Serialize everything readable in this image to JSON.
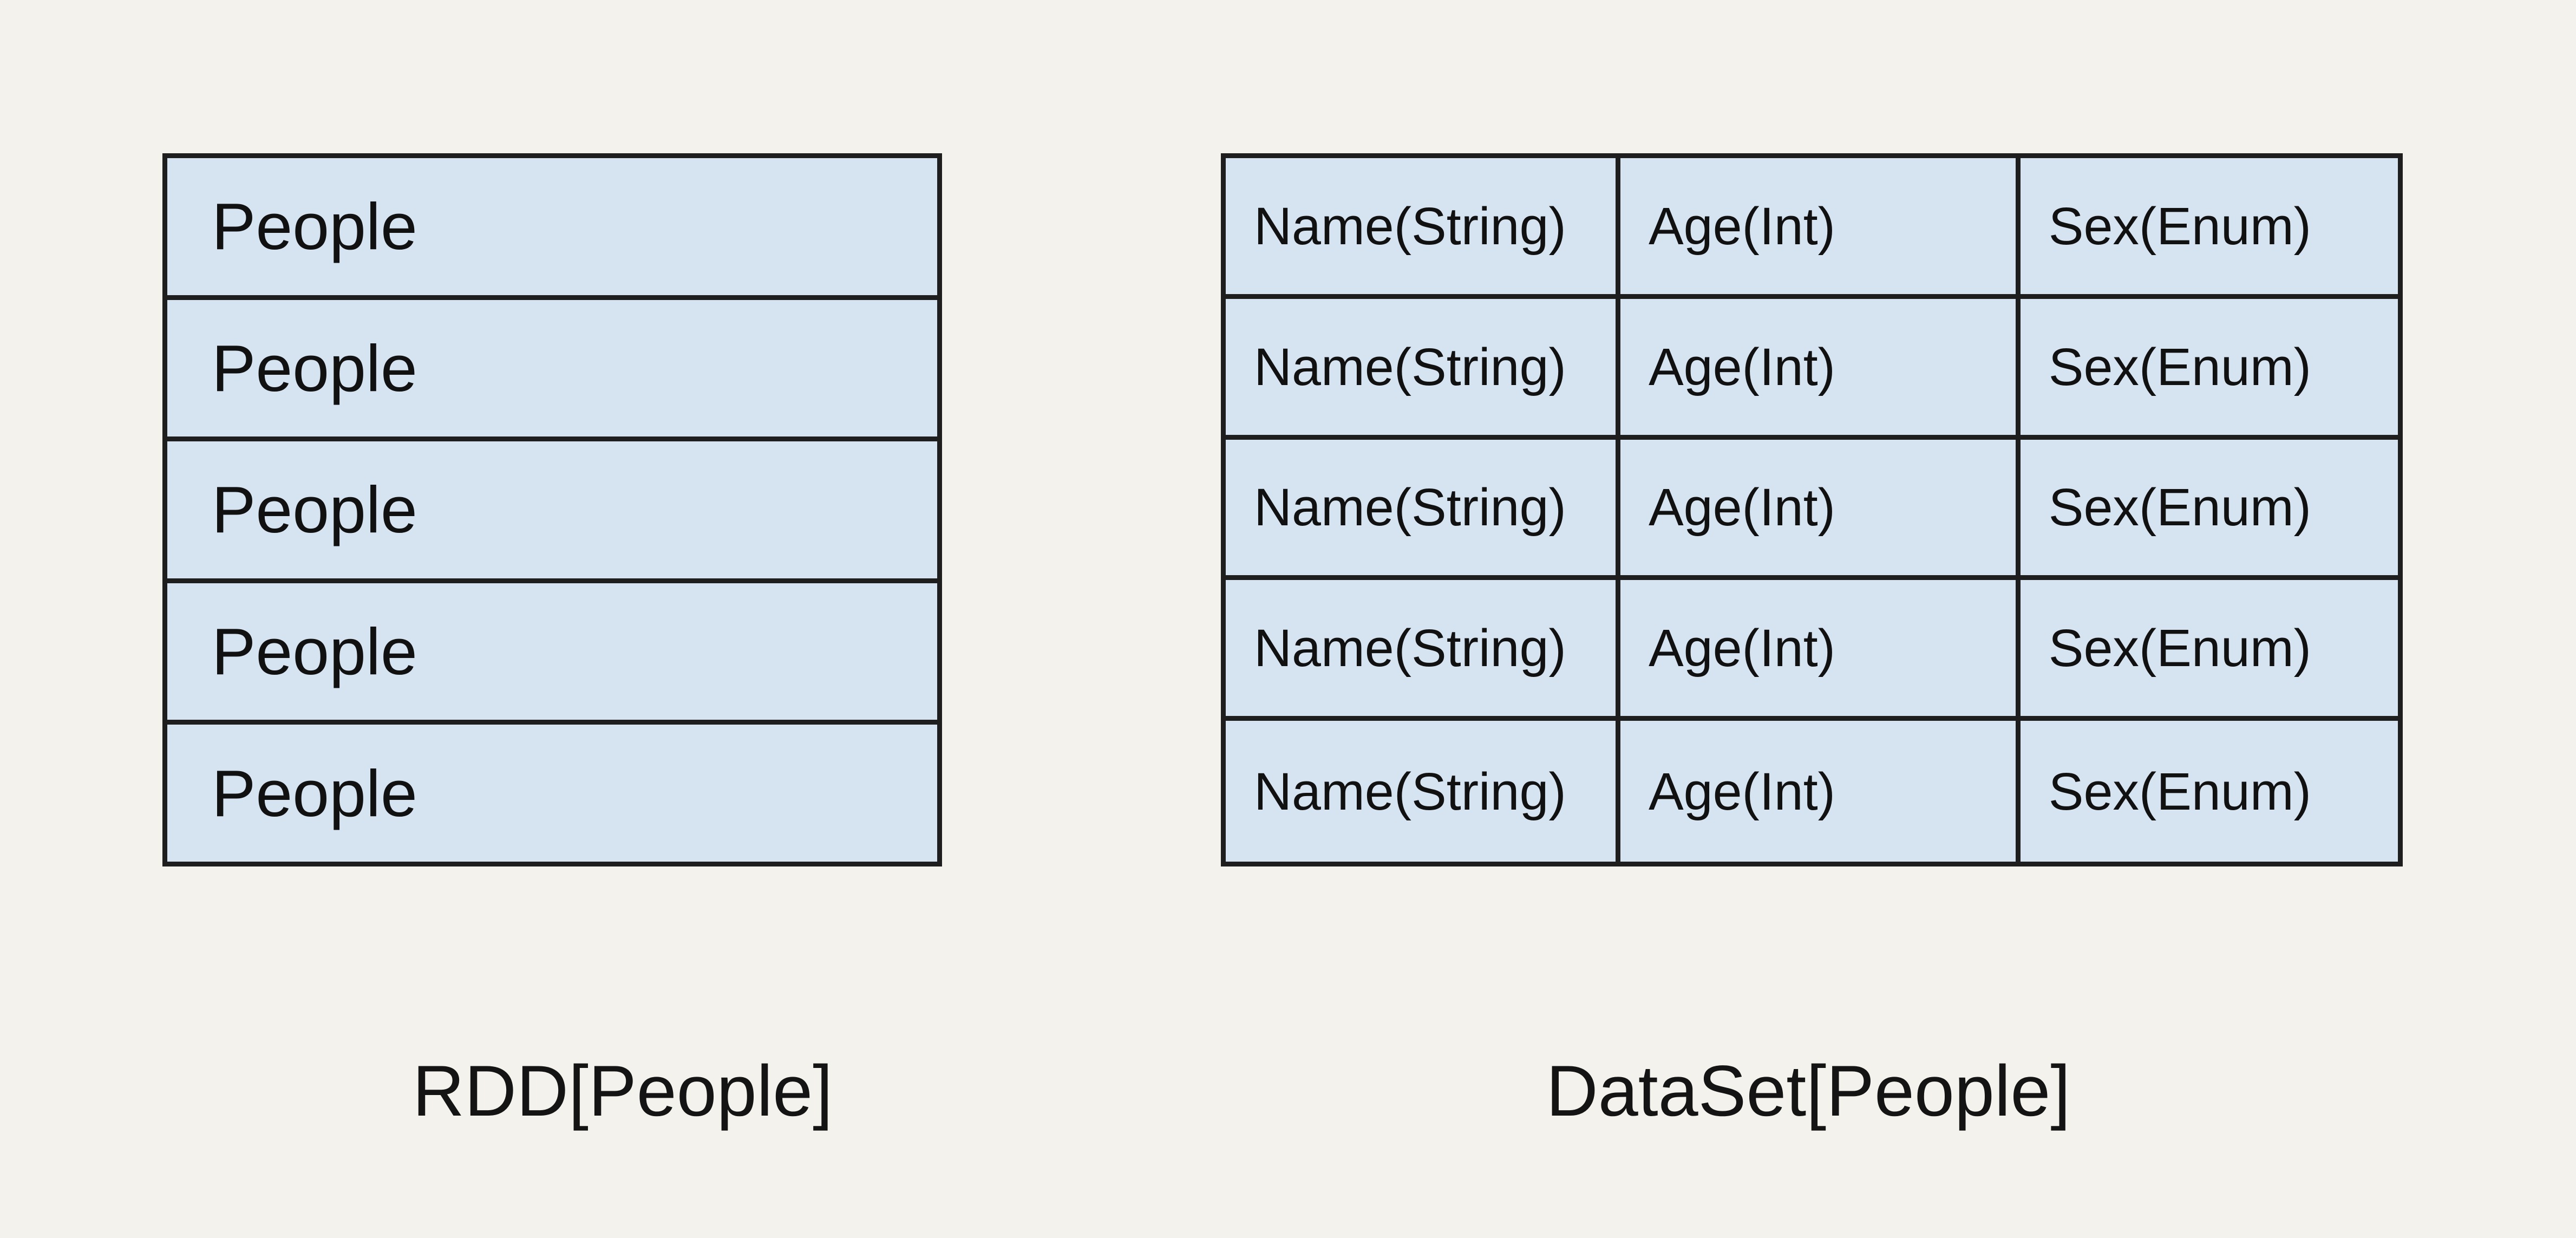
{
  "diagram": {
    "type": "table-comparison",
    "background_color": "#f4f2ed",
    "cell_fill_color": "#d6e4f2",
    "border_color": "#1e1e1e",
    "text_color": "#111111"
  },
  "left_table": {
    "caption": "RDD[People]",
    "rows": [
      "People",
      "People",
      "People",
      "People",
      "People"
    ]
  },
  "right_table": {
    "caption": "DataSet[People]",
    "columns": [
      "Name(String)",
      "Age(Int)",
      "Sex(Enum)"
    ],
    "rows": [
      [
        "Name(String)",
        "Age(Int)",
        "Sex(Enum)"
      ],
      [
        "Name(String)",
        "Age(Int)",
        "Sex(Enum)"
      ],
      [
        "Name(String)",
        "Age(Int)",
        "Sex(Enum)"
      ],
      [
        "Name(String)",
        "Age(Int)",
        "Sex(Enum)"
      ],
      [
        "Name(String)",
        "Age(Int)",
        "Sex(Enum)"
      ]
    ]
  }
}
